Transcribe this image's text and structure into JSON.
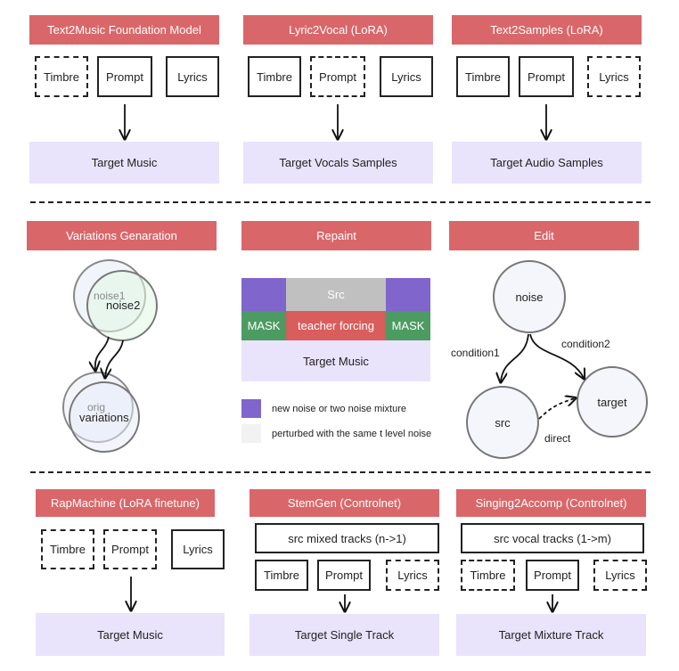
{
  "top": {
    "t2m": {
      "title": "Text2Music Foundation Model",
      "timbre": "Timbre",
      "prompt": "Prompt",
      "lyrics": "Lyrics",
      "target": "Target Music"
    },
    "l2v": {
      "title": "Lyric2Vocal (LoRA)",
      "timbre": "Timbre",
      "prompt": "Prompt",
      "lyrics": "Lyrics",
      "target": "Target Vocals Samples"
    },
    "t2s": {
      "title": "Text2Samples (LoRA)",
      "timbre": "Timbre",
      "prompt": "Prompt",
      "lyrics": "Lyrics",
      "target": "Target Audio Samples"
    }
  },
  "middle": {
    "variations": {
      "title": "Variations Genaration",
      "noise1": "noise1",
      "noise2": "noise2",
      "orig": "orig",
      "variations": "variations"
    },
    "repaint": {
      "title": "Repaint",
      "src": "Src",
      "mask_left": "MASK",
      "teacher": "teacher forcing",
      "mask_right": "MASK",
      "target": "Target Music",
      "legend_purple": "new noise or two noise mixture",
      "legend_gray": "perturbed with the same t level noise"
    },
    "edit": {
      "title": "Edit",
      "noise": "noise",
      "src": "src",
      "target": "target",
      "condition1": "condition1",
      "condition2": "condition2",
      "direct": "direct"
    }
  },
  "bottom": {
    "rap": {
      "title": "RapMachine (LoRA finetune)",
      "timbre": "Timbre",
      "prompt": "Prompt",
      "lyrics": "Lyrics",
      "target": "Target Music"
    },
    "stem": {
      "title": "StemGen (Controlnet)",
      "src": "src mixed tracks (n->1)",
      "timbre": "Timbre",
      "prompt": "Prompt",
      "lyrics": "Lyrics",
      "target": "Target Single Track"
    },
    "sing": {
      "title": "Singing2Accomp (Controlnet)",
      "src": "src vocal tracks (1->m)",
      "timbre": "Timbre",
      "prompt": "Prompt",
      "lyrics": "Lyrics",
      "target": "Target Mixture Track"
    }
  },
  "colors": {
    "header": "#d9676a",
    "target": "#e9e3fb",
    "purple": "#8065cc",
    "gray": "#c0c0c0",
    "green": "#4c9b62",
    "red": "#d95d5d",
    "legend_gray": "#f2f2f2"
  }
}
